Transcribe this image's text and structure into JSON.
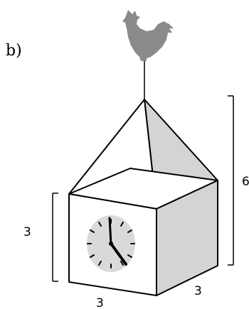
{
  "part_label": "b)",
  "dimensions": {
    "cube_height": "3",
    "cube_front_width": "3",
    "cube_side_depth": "3",
    "total_height": "6"
  },
  "clock": {
    "hour": 5,
    "minute": 0
  },
  "colors": {
    "stroke": "#000000",
    "shaded_face": "#d4d4d4",
    "clock_face": "#d9d9d9",
    "rooster": "#8a8a8a"
  }
}
